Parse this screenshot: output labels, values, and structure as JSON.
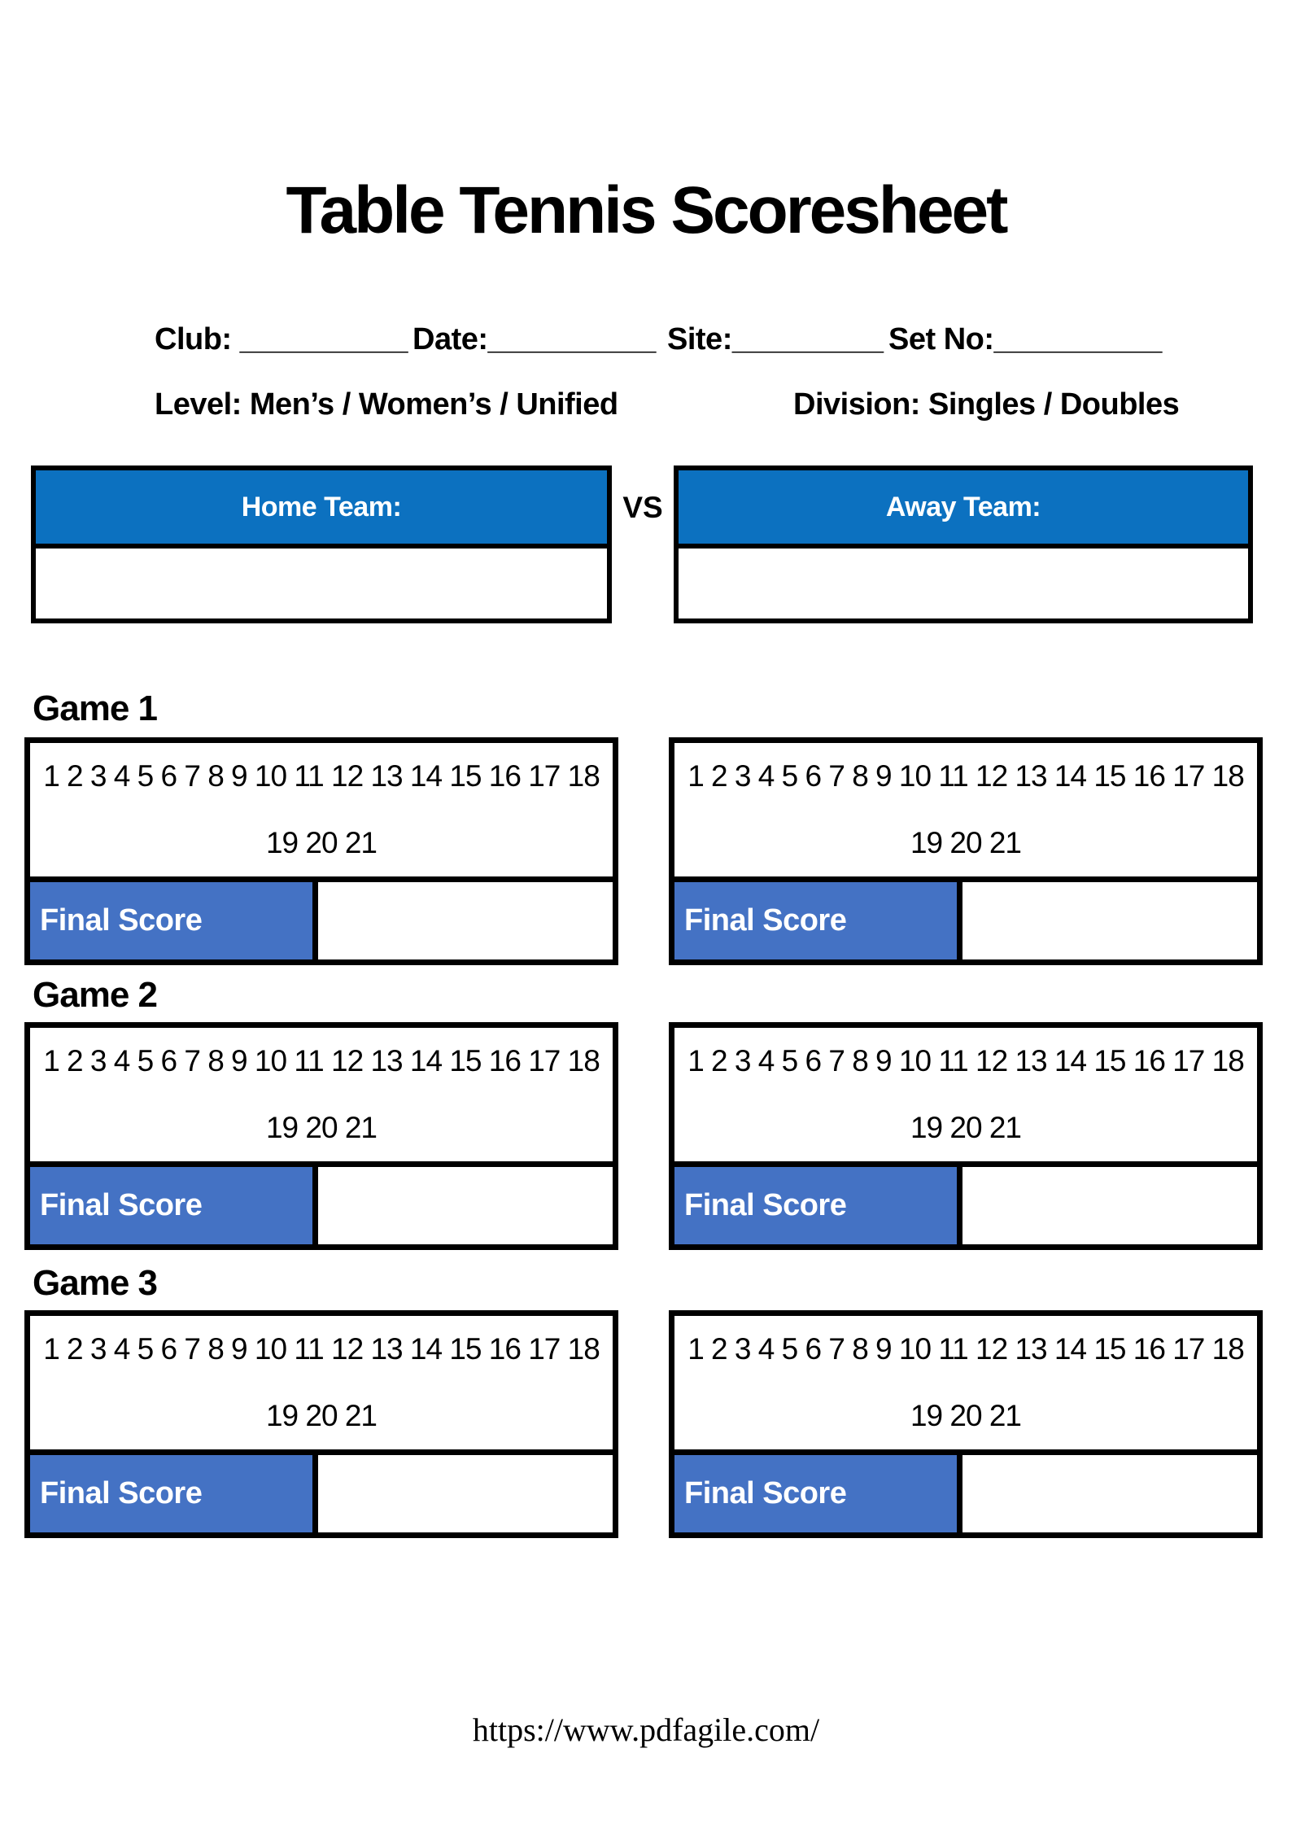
{
  "title": "Table Tennis Scoresheet",
  "fields": {
    "club": "Club: __________",
    "date": "Date:__________",
    "site": "Site:_________",
    "set_no": "Set No:__________"
  },
  "level_line": "Level: Men’s / Women’s / Unified",
  "division_line": "Division: Singles / Doubles",
  "teams": {
    "home_label": "Home Team:",
    "away_label": "Away Team:",
    "vs_label": "VS",
    "home_name": "",
    "away_name": ""
  },
  "games": [
    {
      "label": "Game 1",
      "points_row1": "1 2 3 4 5 6 7 8 9 10 11 12 13 14 15 16 17 18",
      "points_row2": "19 20 21",
      "final_score_label": "Final Score",
      "home_final_score": "",
      "away_final_score": ""
    },
    {
      "label": "Game 2",
      "points_row1": "1 2 3 4 5 6 7 8 9 10 11 12 13 14 15 16 17 18",
      "points_row2": "19 20 21",
      "final_score_label": "Final Score",
      "home_final_score": "",
      "away_final_score": ""
    },
    {
      "label": "Game 3",
      "points_row1": "1 2 3 4 5 6 7 8 9 10 11 12 13 14 15 16 17 18",
      "points_row2": "19 20 21",
      "final_score_label": "Final Score",
      "home_final_score": "",
      "away_final_score": ""
    }
  ],
  "footer": {
    "url": "https://www.pdfagile.com/"
  },
  "colors": {
    "header_blue": "#0c71c0",
    "final_blue": "#4472c4"
  }
}
